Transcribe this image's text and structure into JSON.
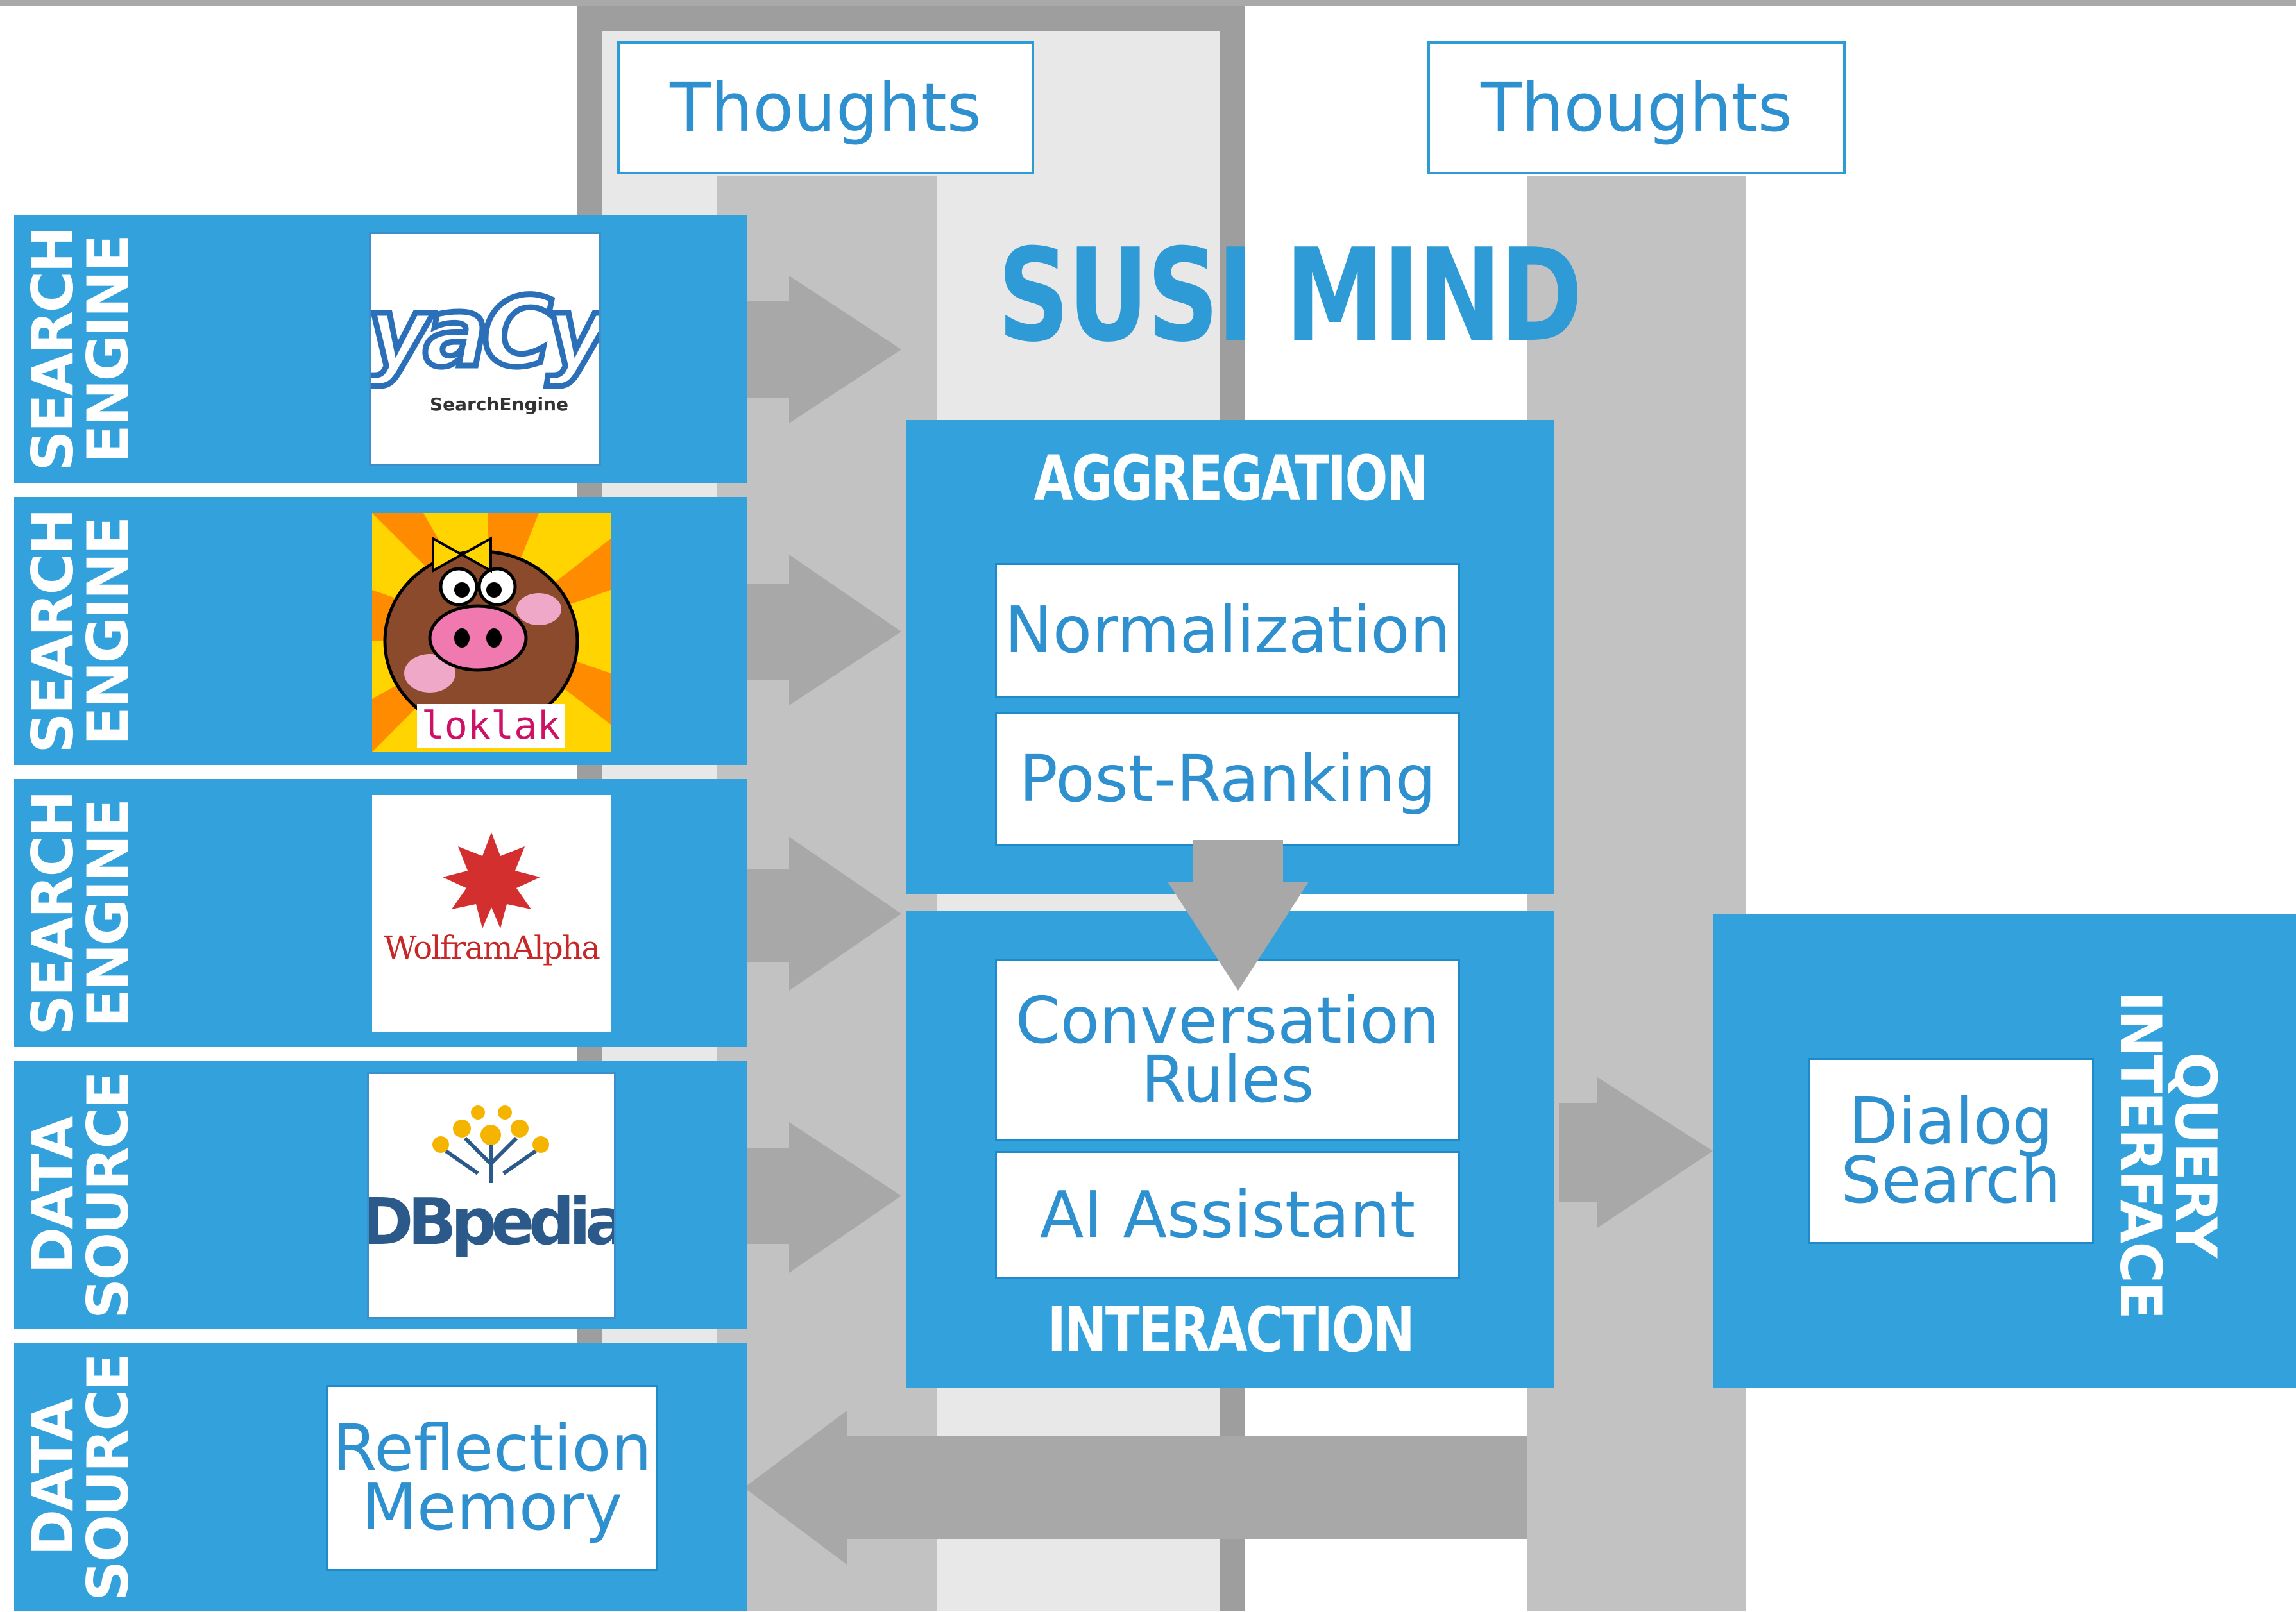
{
  "title": "SUSI MIND",
  "thoughts": [
    "Thoughts",
    "Thoughts"
  ],
  "sources": [
    {
      "label": "SEARCH\nENGINE",
      "logo": "yacy-logo",
      "logo_text": "yaCy",
      "logo_subtext": "SearchEngine"
    },
    {
      "label": "SEARCH\nENGINE",
      "logo": "loklak-logo",
      "logo_text": "loklak"
    },
    {
      "label": "SEARCH\nENGINE",
      "logo": "wolframalpha-logo",
      "logo_text": "WolframAlpha"
    },
    {
      "label": "DATA\nSOURCE",
      "logo": "dbpedia-logo",
      "logo_text": "DBpedia"
    },
    {
      "label": "DATA\nSOURCE",
      "box_text": "Reflection Memory"
    }
  ],
  "aggregation": {
    "label": "AGGREGATION",
    "items": [
      "Normalization",
      "Post-Ranking"
    ]
  },
  "interaction": {
    "label": "INTERACTION",
    "items": [
      "Conversation Rules",
      "AI Assistant"
    ]
  },
  "query_interface": {
    "label": "QUERY\nINTERFACE",
    "box_text": "Dialog Search"
  },
  "colors": {
    "blue": "#33a2dc",
    "text_blue": "#2e90cf",
    "frame_gray": "#9e9e9e",
    "lane_gray": "#c2c2c2",
    "arrow_gray": "#a8a8a8"
  }
}
